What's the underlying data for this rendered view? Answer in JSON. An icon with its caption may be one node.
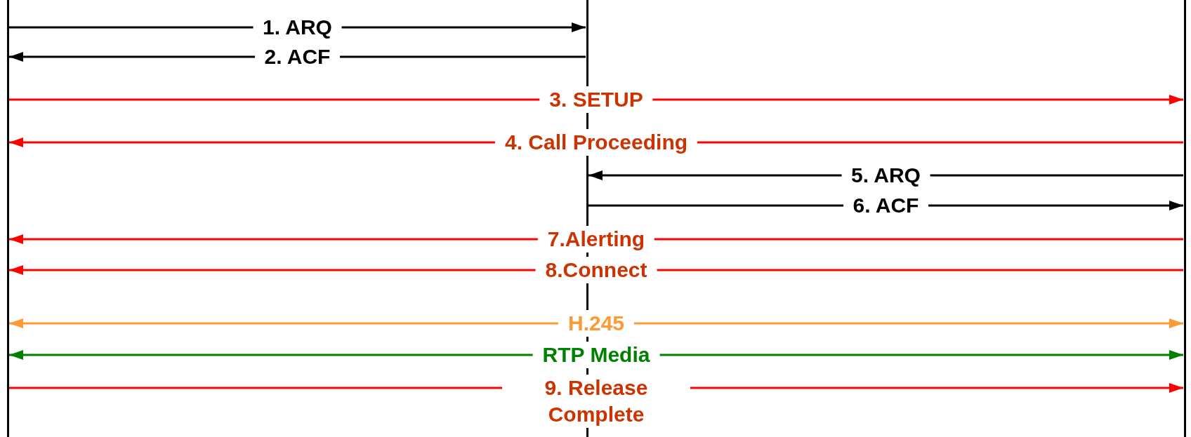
{
  "diagram": {
    "nodes": [
      {
        "text": [],
        "shape": "bar"
      },
      {
        "text": [],
        "shape": "bar"
      },
      {
        "text": [],
        "shape": "bar"
      }
    ],
    "edges": [
      {
        "from": 0,
        "to": 1,
        "arrow": "to",
        "label": "1. ARQ",
        "color": "#000000"
      },
      {
        "from": 1,
        "to": 0,
        "arrow": "to",
        "label": "2. ACF",
        "color": "#000000"
      },
      {
        "from": 0,
        "to": 2,
        "arrow": "to",
        "label": "3. SETUP"
      },
      {
        "from": 2,
        "to": 0,
        "arrow": "to",
        "label": "4. Call Proceeding"
      },
      {
        "from": 2,
        "to": 1,
        "arrow": "to",
        "label": "5. ARQ",
        "color": "#000000"
      },
      {
        "from": 1,
        "to": 2,
        "arrow": "to",
        "label": "6. ACF",
        "color": "#000000"
      },
      {
        "from": 2,
        "to": 0,
        "arrow": "to",
        "label": "7.Alerting"
      },
      {
        "from": 2,
        "to": 0,
        "arrow": "to",
        "label": "8.Connect"
      },
      {
        "from": 0,
        "to": 2,
        "arrow": "both",
        "label": "H.245",
        "color": "#ff9933"
      },
      {
        "from": 0,
        "to": 2,
        "arrow": "both",
        "label": "RTP Media",
        "color": "#008000"
      },
      {
        "from": 0,
        "to": 2,
        "arrow": "to",
        "label": "9. Release Complete"
      }
    ]
  }
}
